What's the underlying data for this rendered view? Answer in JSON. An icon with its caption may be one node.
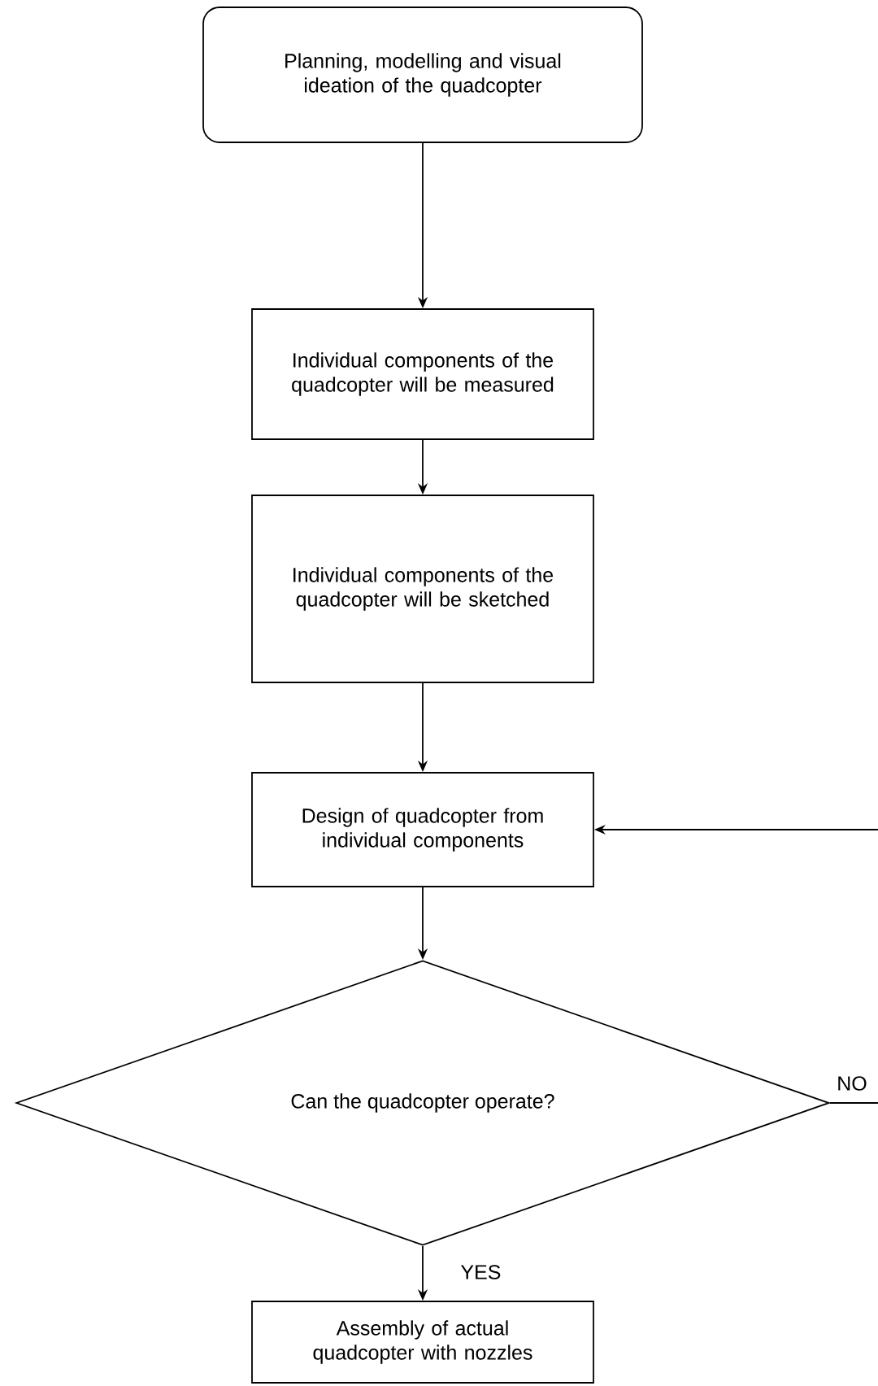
{
  "diagram": {
    "nodes": [
      {
        "text": [
          "Planning, modelling and visual ideation of the quadcopter"
        ]
      },
      {
        "text": [
          "Individual components of the quadcopter will be measured"
        ]
      },
      {
        "text": [
          "Individual components of the quadcopter will be sketched"
        ]
      },
      {
        "text": [
          "Design of quadcopter from individual components"
        ]
      },
      {
        "text": [
          "Can the quadcopter operate?"
        ]
      },
      {
        "text": [
          "Assembly of actual quadcopter with nozzles"
        ]
      }
    ],
    "edges": [
      {
        "from": 0,
        "to": 1,
        "arrow": "to"
      },
      {
        "from": 1,
        "to": 2,
        "arrow": "to"
      },
      {
        "from": 2,
        "to": 3,
        "arrow": "to"
      },
      {
        "from": 3,
        "to": 4,
        "arrow": "to"
      },
      {
        "from": 4,
        "to": 5,
        "arrow": "to",
        "label": "YES"
      },
      {
        "from": 4,
        "to": 3,
        "arrow": "to",
        "label": "NO"
      }
    ]
  }
}
